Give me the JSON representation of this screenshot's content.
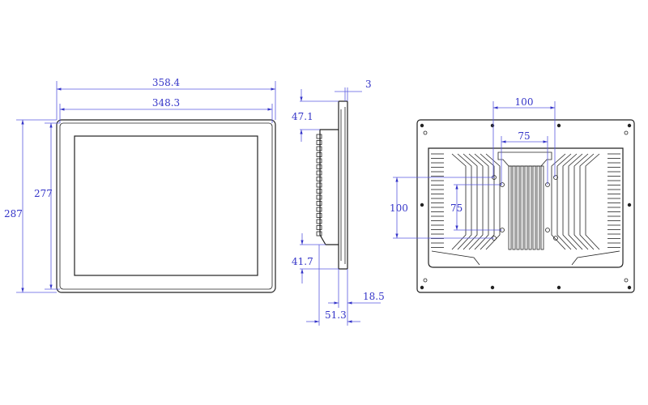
{
  "title": "Panel PC dimension drawing",
  "colors": {
    "dimension": "#3535c8",
    "outline": "#222222"
  },
  "front_view": {
    "overall_width": "358.4",
    "bezel_width": "348.3",
    "overall_height": "287",
    "bezel_height": "277"
  },
  "side_view": {
    "bezel_thickness": "3",
    "top_offset": "47.1",
    "bottom_offset": "41.7",
    "panel_depth": "18.5",
    "total_depth": "51.3"
  },
  "back_view": {
    "vesa_outer_horizontal": "100",
    "vesa_inner_horizontal": "75",
    "vesa_outer_vertical": "100",
    "vesa_inner_vertical": "75"
  }
}
